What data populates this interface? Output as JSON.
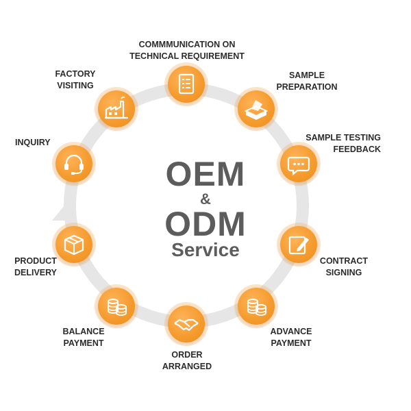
{
  "center": {
    "line1": "OEM",
    "ampersand": "&",
    "line2": "ODM",
    "line3": "Service"
  },
  "colors": {
    "node_orange": "#f49a2c",
    "ring_gray": "#e6e6e6",
    "title_gray": "#5c5c5c",
    "label_dark": "#2b2b2b"
  },
  "steps": [
    {
      "icon": "document-checklist-icon",
      "lines": [
        "COMMMUNICATION ON",
        "TECHNICAL REQUIREMENT"
      ]
    },
    {
      "icon": "open-box-icon",
      "lines": [
        "SAMPLE",
        "PREPARATION"
      ]
    },
    {
      "icon": "chat-bubble-icon",
      "lines": [
        "SAMPLE TESTING",
        "FEEDBACK"
      ]
    },
    {
      "icon": "pen-edit-icon",
      "lines": [
        "CONTRACT",
        "SIGNING"
      ]
    },
    {
      "icon": "coins-icon",
      "lines": [
        "ADVANCE",
        "PAYMENT"
      ]
    },
    {
      "icon": "handshake-icon",
      "lines": [
        "ORDER",
        "ARRANGED"
      ]
    },
    {
      "icon": "coins-icon",
      "lines": [
        "BALANCE",
        "PAYMENT"
      ]
    },
    {
      "icon": "package-box-icon",
      "lines": [
        "PRODUCT",
        "DELIVERY"
      ]
    },
    {
      "icon": "headset-icon",
      "lines": [
        "INQUIRY"
      ]
    },
    {
      "icon": "factory-icon",
      "lines": [
        "FACTORY",
        "VISITING"
      ]
    }
  ]
}
